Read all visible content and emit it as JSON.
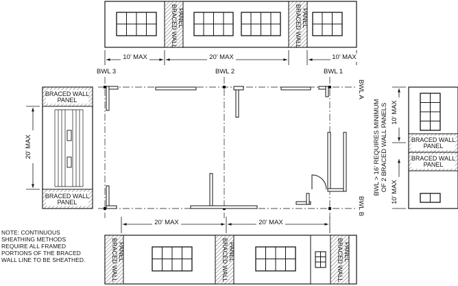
{
  "panel_label": [
    "BRACED WALL",
    "PANEL"
  ],
  "bwl": {
    "bwl1": "BWL 1",
    "bwl2": "BWL 2",
    "bwl3": "BWL 3",
    "bwla": "BWL A",
    "bwlb": "BWL B"
  },
  "dims": {
    "top_left": "10’ MAX",
    "top_mid": "20’ MAX",
    "top_right": "10’ MAX",
    "left_vert": "20’ MAX",
    "bottom_left": "20’ MAX",
    "bottom_right": "20’ MAX",
    "right_upper": "10’ MAX",
    "right_lower": "10’ MAX"
  },
  "side_note": [
    "BWL > 16’ REQUIRES MINIMUM",
    "OF 2 BRACED WALL PANELS"
  ],
  "note": [
    "NOTE: CONTINUOUS",
    "SHEATHING METHODS",
    "REQUIRE ALL FRAMED",
    "PORTIONS OF THE BRACED",
    "WALL LINE TO BE SHEATHED."
  ]
}
